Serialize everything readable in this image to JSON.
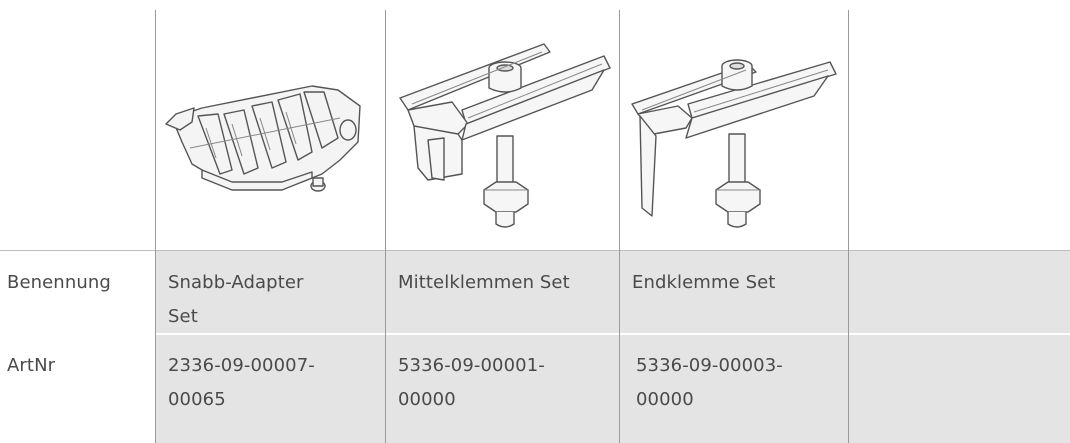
{
  "columns": [
    {
      "image": "snabb-adapter-image",
      "benennung": [
        "Snabb-Adapter",
        "Set"
      ],
      "artnr": [
        "2336-09-00007-",
        "00065"
      ]
    },
    {
      "image": "mittelklemme-image",
      "benennung": [
        "Mittelklemmen Set"
      ],
      "artnr": [
        "5336-09-00001-",
        "00000"
      ]
    },
    {
      "image": "endklemme-image",
      "benennung": [
        "Endklemme Set"
      ],
      "artnr": [
        "5336-09-00003-",
        "00000"
      ]
    },
    {
      "image": "",
      "benennung": [],
      "artnr": []
    }
  ],
  "rows": {
    "benennung_label": "Benennung",
    "artnr_label": "ArtNr"
  },
  "colors": {
    "grey_cell": "#e4e4e4",
    "grid_line": "#9a9a9a",
    "text": "#4a4a4a"
  }
}
